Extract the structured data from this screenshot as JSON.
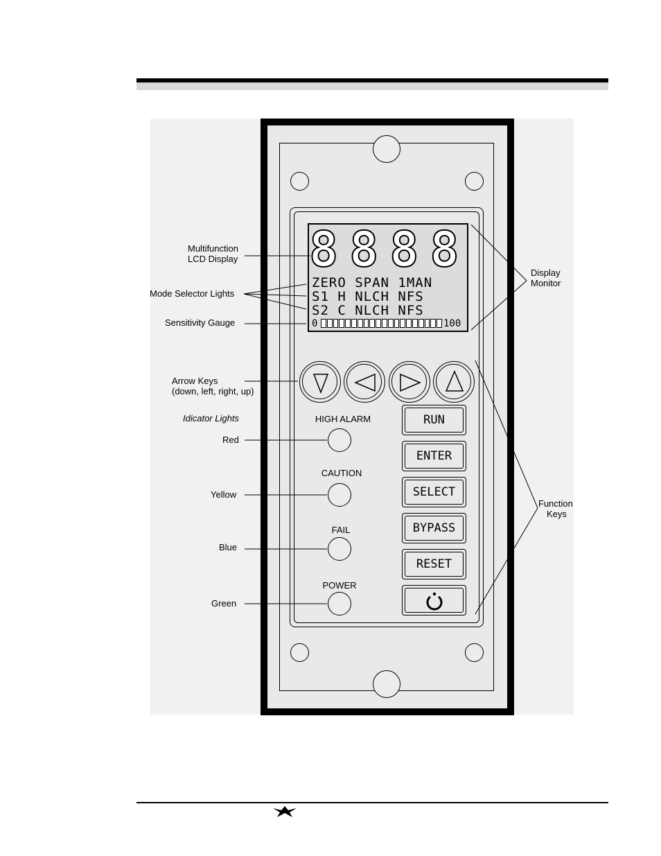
{
  "lcd": {
    "digits": "8888",
    "line1": "ZERO SPAN 1MAN",
    "line2": "S1 H NLCH NFS",
    "line3": "S2 C NLCH NFS",
    "gauge_min": "0",
    "gauge_max": "100",
    "gauge_segments": 20
  },
  "function_keys": [
    "RUN",
    "ENTER",
    "SELECT",
    "BYPASS",
    "RESET"
  ],
  "power_key_icon": "power-icon",
  "indicator_lights": {
    "section_label": "Idicator Lights",
    "items": [
      {
        "label": "HIGH ALARM",
        "color_name": "Red"
      },
      {
        "label": "CAUTION",
        "color_name": "Yellow"
      },
      {
        "label": "FAIL",
        "color_name": "Blue"
      },
      {
        "label": "POWER",
        "color_name": "Green"
      }
    ]
  },
  "callouts": {
    "lcd_display": [
      "Multifunction",
      "LCD Display"
    ],
    "mode_selector": "Mode Selector Lights",
    "sensitivity": "Sensitivity Gauge",
    "arrow_keys": [
      "Arrow Keys",
      "(down, left, right, up)"
    ],
    "display_monitor": [
      "Display",
      "Monitor"
    ],
    "function_keys": [
      "Function",
      "Keys"
    ]
  },
  "arrow_key_icons": [
    "arrow-down-icon",
    "arrow-left-icon",
    "arrow-right-icon",
    "arrow-up-icon"
  ],
  "footer_logo": "teledyne-logo"
}
